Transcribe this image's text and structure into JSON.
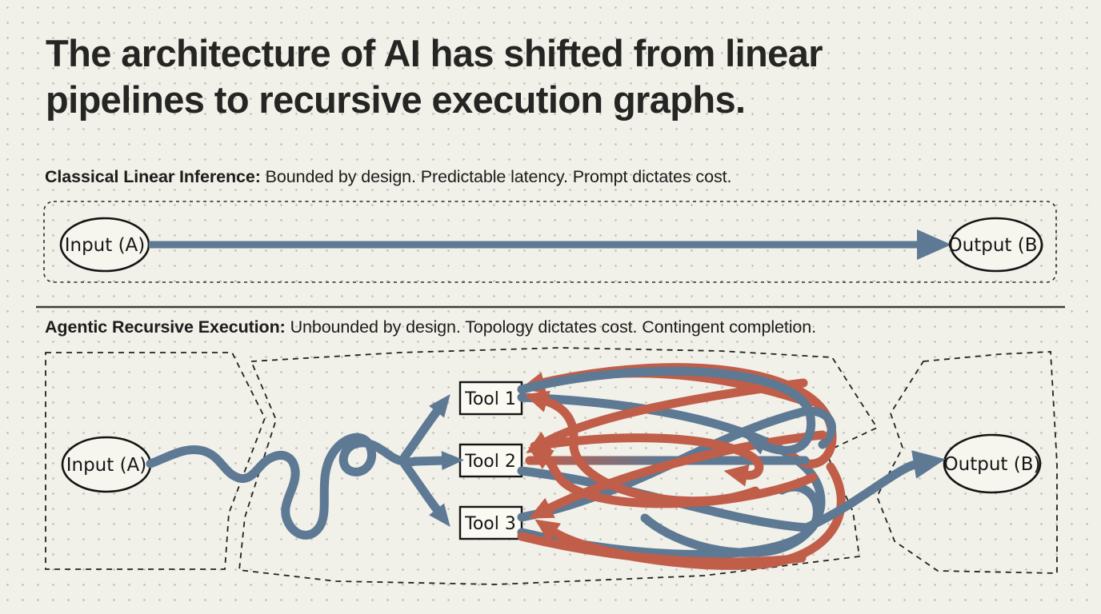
{
  "title": {
    "line1": "The architecture of AI has shifted from linear",
    "line2": "pipelines to recursive execution graphs."
  },
  "classical": {
    "heading": "Classical Linear Inference:",
    "description": "Bounded by design. Predictable latency. Prompt dictates cost.",
    "input": "Input (A)",
    "output": "Output (B)"
  },
  "agentic": {
    "heading": "Agentic Recursive Execution:",
    "description": "Unbounded by design. Topology dictates cost. Contingent completion.",
    "input": "Input (A)",
    "output": "Output (B)",
    "tools": [
      "Tool 1",
      "Tool 2",
      "Tool 3"
    ]
  },
  "colors": {
    "background": "#f1f0e9",
    "ink": "#252523",
    "node_stroke": "#141414",
    "flow_blue": "#5d7994",
    "return_red": "#c05e49"
  }
}
